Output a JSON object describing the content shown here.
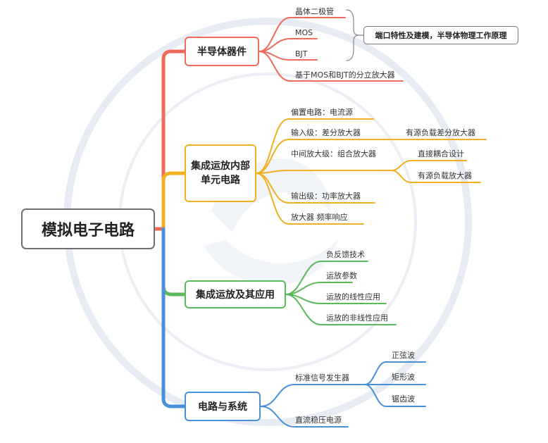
{
  "root": "模拟电子电路",
  "colors": {
    "red": "#ef6a5a",
    "yellow": "#f0b020",
    "green": "#5cb85c",
    "blue": "#4a90d9",
    "gray": "#6f6f6f"
  },
  "branches": {
    "semiconductor": {
      "title": "半导体器件",
      "items": [
        "晶体二极管",
        "MOS",
        "BJT",
        "基于MOS和BJT的分立放大器"
      ],
      "summary": "端口特性及建模，半导体物理工作原理"
    },
    "opamp_internal": {
      "title": "集成运放内部单元电路",
      "items": [
        "偏置电路：电流源",
        "输入级：差分放大器",
        "中间放大级：组合放大器",
        "输出级：功率放大器",
        "放大器 频率响应"
      ],
      "sub_input": [
        "有源负载差分放大器"
      ],
      "sub_mid": [
        "直接耦合设计",
        "有源负载放大器"
      ]
    },
    "opamp_app": {
      "title": "集成运放及其应用",
      "items": [
        "负反馈技术",
        "运放参数",
        "运放的线性应用",
        "运放的非线性应用"
      ]
    },
    "circuit_system": {
      "title": "电路与系统",
      "items": [
        "标准信号发生器",
        "直流稳压电源"
      ],
      "sub_generator": [
        "正弦波",
        "矩形波",
        "锯齿波"
      ]
    }
  }
}
